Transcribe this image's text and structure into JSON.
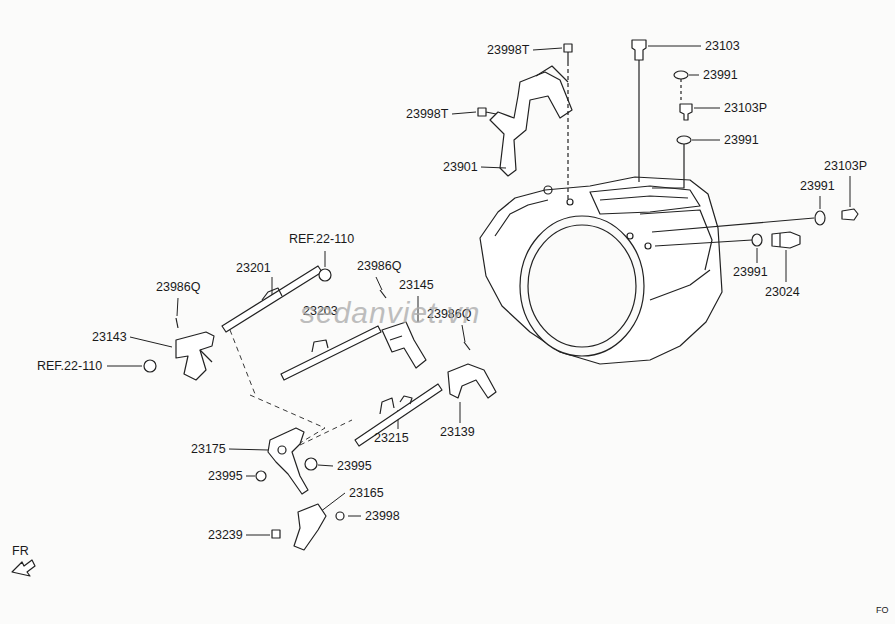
{
  "diagram": {
    "labels": [
      "23998T",
      "23103",
      "23991",
      "23998T",
      "23103P",
      "23991",
      "23901",
      "23103P",
      "23991",
      "REF.22-110",
      "23201",
      "23986Q",
      "23991",
      "23024",
      "23145",
      "23986Q",
      "23203",
      "23986Q",
      "23143",
      "REF.22-110",
      "23139",
      "23215",
      "23175",
      "23995",
      "23995",
      "23165",
      "23998",
      "23239",
      "FR",
      "sedanviet.vn",
      "FO"
    ]
  }
}
